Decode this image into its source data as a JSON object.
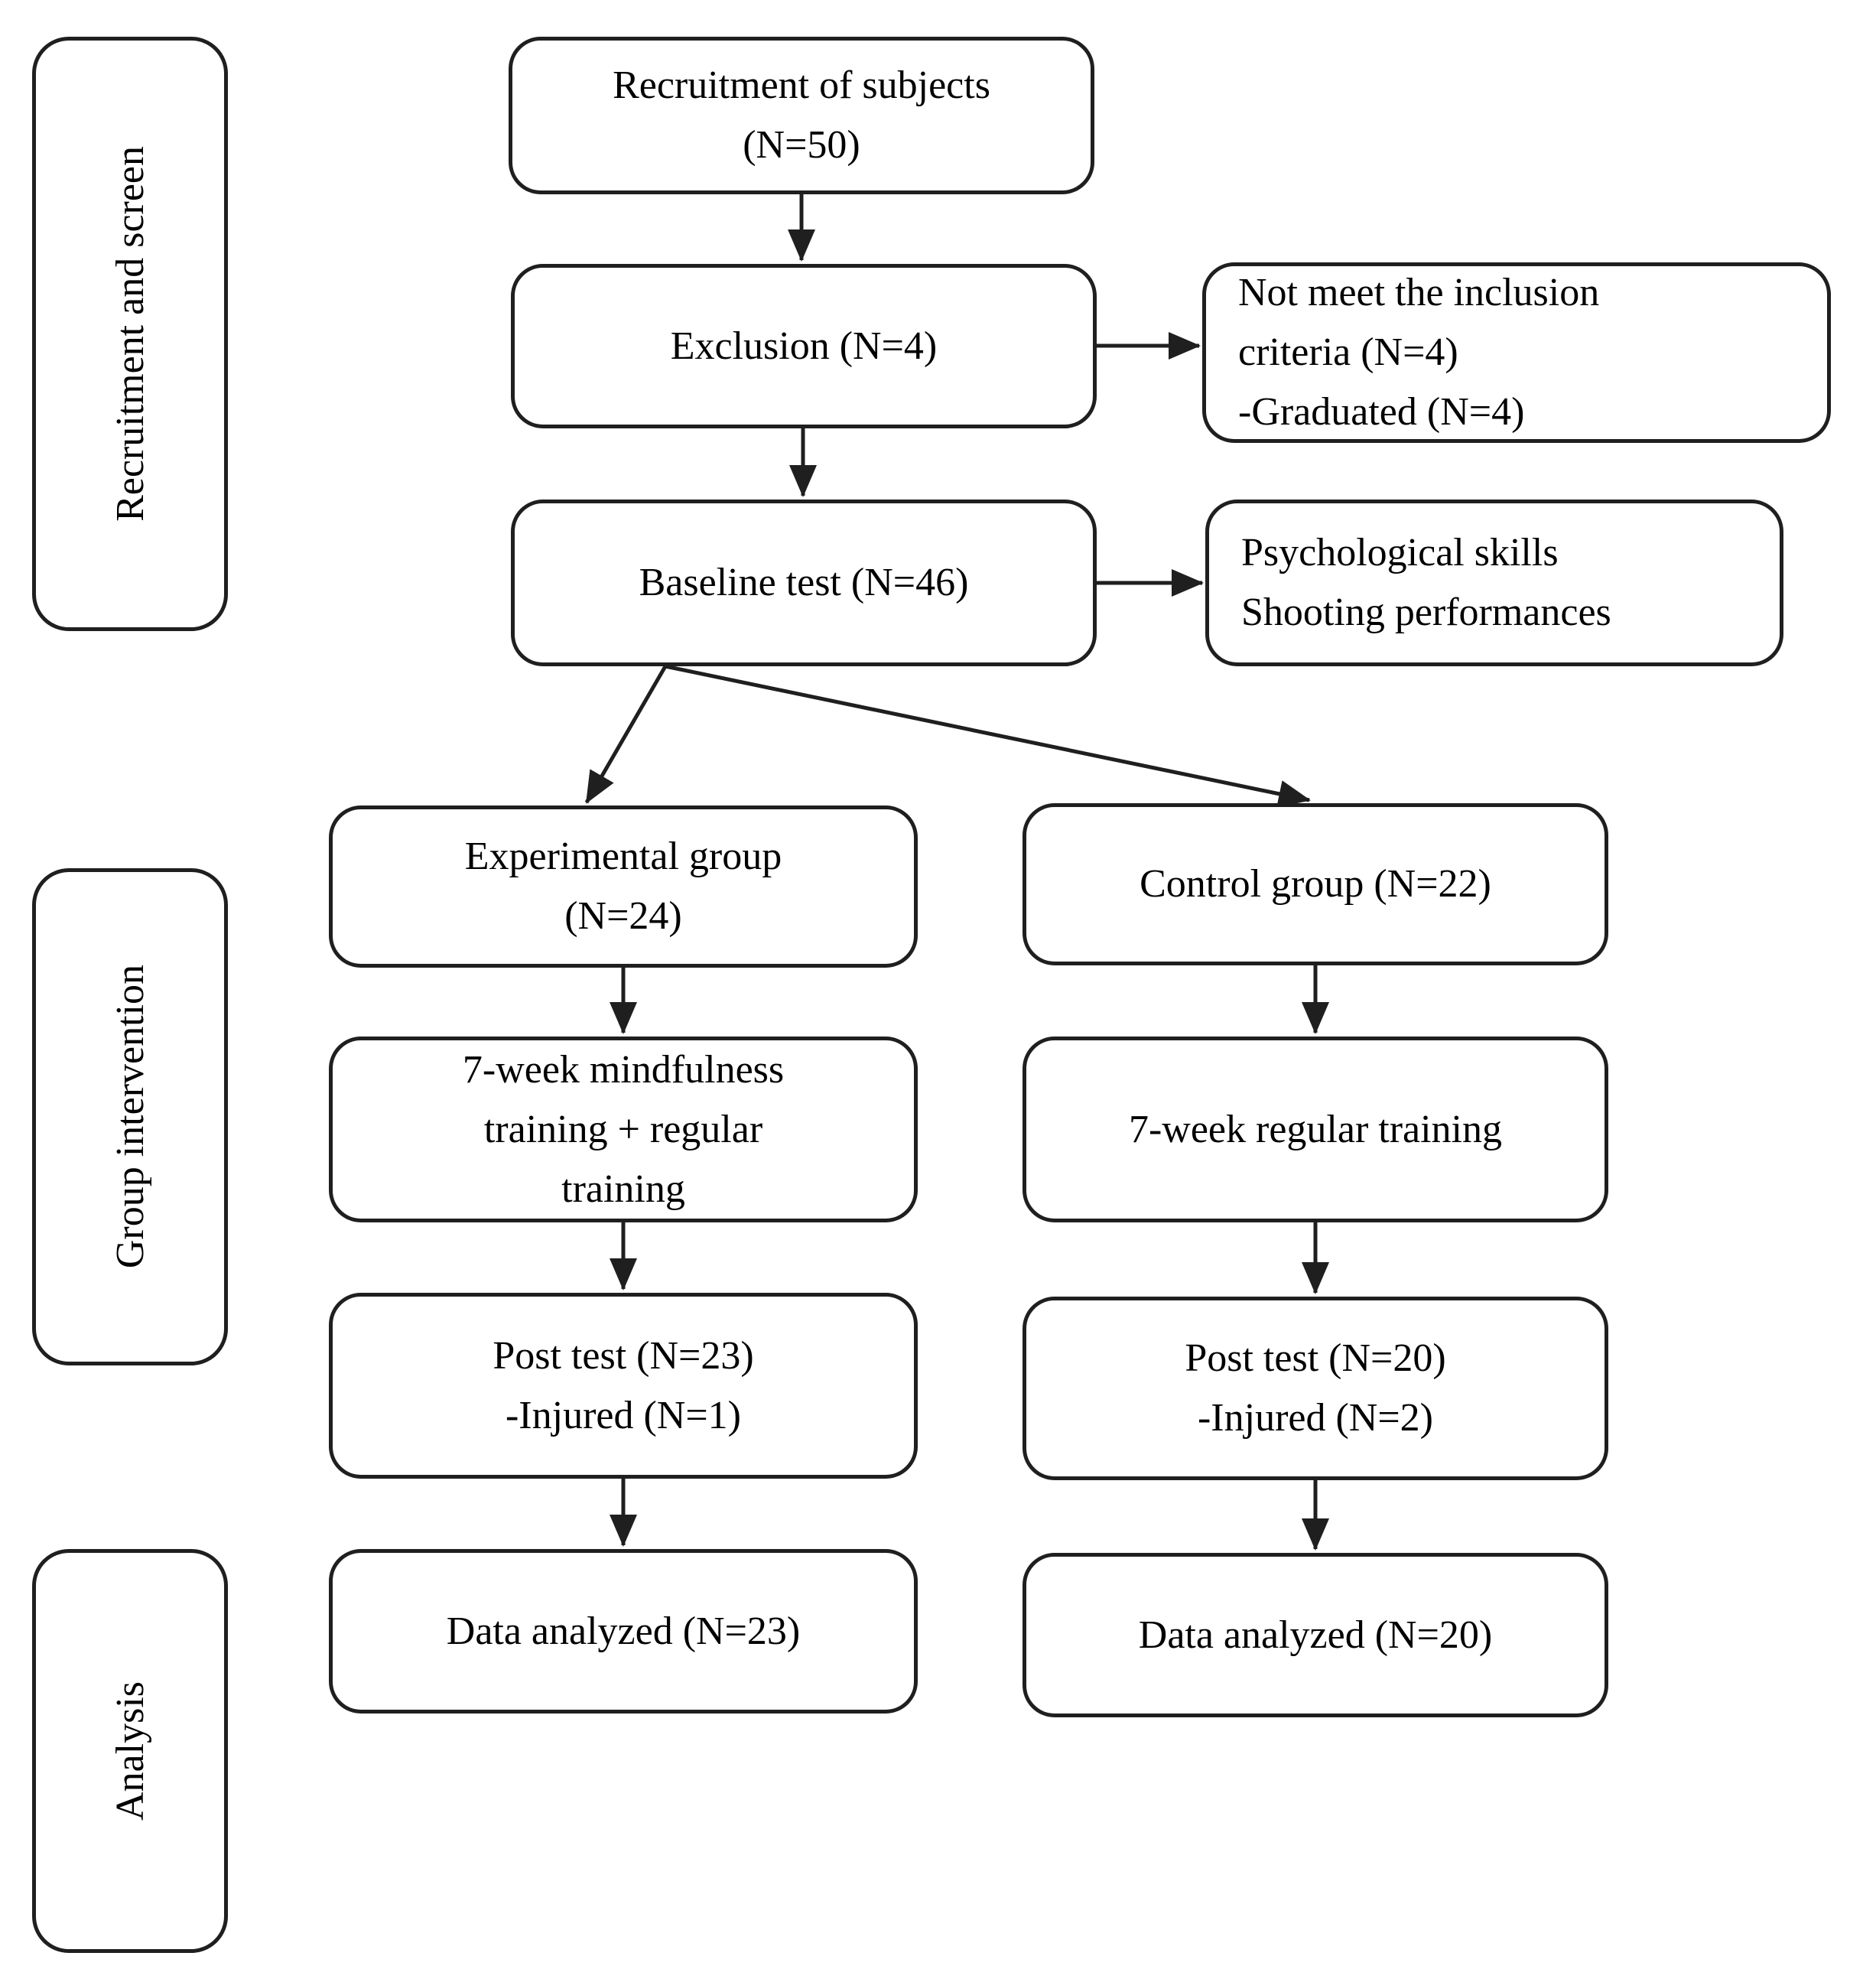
{
  "diagram": {
    "title_semantic": "Participant flow diagram",
    "colors": {
      "line": "#1f1f1f",
      "background": "#ffffff",
      "text": "#000000"
    },
    "stage_labels": {
      "recruitment_screen": {
        "text": "Recruitment and screen"
      },
      "group_intervention": {
        "text": "Group intervention"
      },
      "analysis": {
        "text": "Analysis"
      }
    },
    "nodes": {
      "recruitment": {
        "text": "Recruitment of subjects\n(N=50)"
      },
      "exclusion": {
        "text": "Exclusion (N=4)"
      },
      "not_meet": {
        "text": "Not meet the inclusion\ncriteria (N=4)\n-Graduated (N=4)"
      },
      "baseline": {
        "text": "Baseline test (N=46)"
      },
      "psych": {
        "text": "Psychological skills\nShooting performances"
      },
      "experimental": {
        "text": "Experimental group\n(N=24)"
      },
      "control": {
        "text": "Control group (N=22)"
      },
      "mindfulness": {
        "text": "7-week mindfulness\ntraining + regular\ntraining"
      },
      "regular": {
        "text": "7-week regular training"
      },
      "posttest_exp": {
        "text": "Post test (N=23)\n-Injured (N=1)"
      },
      "posttest_ctrl": {
        "text": "Post test (N=20)\n-Injured (N=2)"
      },
      "data_exp": {
        "text": "Data analyzed (N=23)"
      },
      "data_ctrl": {
        "text": "Data analyzed (N=20)"
      }
    }
  }
}
